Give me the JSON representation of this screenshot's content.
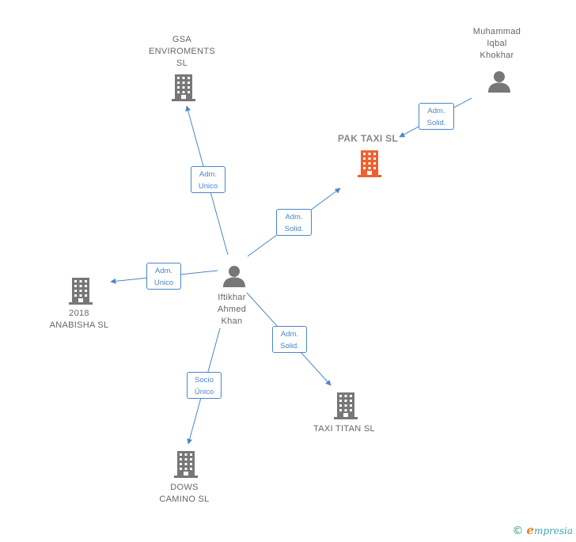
{
  "nodes": {
    "gsa": {
      "label": "GSA\nENVIROMENTS\nSL",
      "type": "company",
      "color": "#777777"
    },
    "muhammad": {
      "label": "Muhammad\nIqbal\nKhokhar",
      "type": "person",
      "color": "#777777"
    },
    "pak_taxi": {
      "label": "PAK TAXI  SL",
      "type": "company",
      "color": "#ee6030"
    },
    "iftikhar": {
      "label": "Iftikhar\nAhmed\nKhan",
      "type": "person",
      "color": "#777777"
    },
    "anabisha": {
      "label": "2018\nANABISHA  SL",
      "type": "company",
      "color": "#777777"
    },
    "taxi_titan": {
      "label": "TAXI TITAN  SL",
      "type": "company",
      "color": "#777777"
    },
    "dows": {
      "label": "DOWS\nCAMINO SL",
      "type": "company",
      "color": "#777777"
    }
  },
  "edges": {
    "to_gsa": {
      "label": "Adm.\nUnico"
    },
    "to_pak_from_muhammad": {
      "label": "Adm.\nSolid."
    },
    "to_pak_from_iftikhar": {
      "label": "Adm.\nSolid."
    },
    "to_anabisha": {
      "label": "Adm.\nUnico"
    },
    "to_titan": {
      "label": "Adm.\nSolid."
    },
    "to_dows": {
      "label": "Socio\nÚnico"
    }
  },
  "colors": {
    "edge": "#4a86c8",
    "node_gray": "#777777",
    "highlight": "#ee6030"
  },
  "footer": {
    "copyright": "©",
    "brand_e": "e",
    "brand_rest": "mpresia"
  }
}
